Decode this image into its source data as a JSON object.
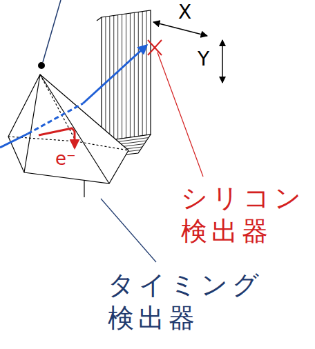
{
  "diagram": {
    "labels": [
      "X",
      "Y",
      "e⁻",
      "シリコン 検出器",
      "タイミング 検出器"
    ]
  }
}
